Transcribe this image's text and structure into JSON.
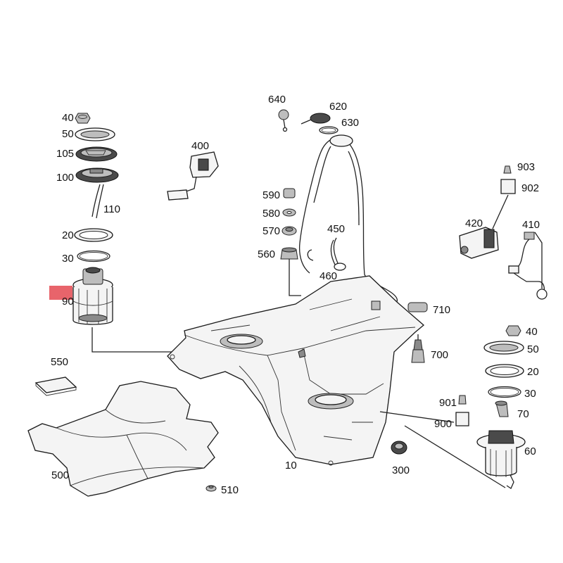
{
  "colors": {
    "highlight": "#e8646b",
    "line": "#222222",
    "background": "#ffffff"
  },
  "callouts": [
    {
      "id": "40a",
      "text": "40"
    },
    {
      "id": "50a",
      "text": "50"
    },
    {
      "id": "105",
      "text": "105"
    },
    {
      "id": "100",
      "text": "100"
    },
    {
      "id": "110",
      "text": "110"
    },
    {
      "id": "20a",
      "text": "20"
    },
    {
      "id": "30a",
      "text": "30"
    },
    {
      "id": "90",
      "text": "90"
    },
    {
      "id": "400",
      "text": "400"
    },
    {
      "id": "640",
      "text": "640"
    },
    {
      "id": "620",
      "text": "620"
    },
    {
      "id": "630",
      "text": "630"
    },
    {
      "id": "590",
      "text": "590"
    },
    {
      "id": "580",
      "text": "580"
    },
    {
      "id": "570",
      "text": "570"
    },
    {
      "id": "450",
      "text": "450"
    },
    {
      "id": "560",
      "text": "560"
    },
    {
      "id": "460",
      "text": "460"
    },
    {
      "id": "903",
      "text": "903"
    },
    {
      "id": "902",
      "text": "902"
    },
    {
      "id": "420",
      "text": "420"
    },
    {
      "id": "410",
      "text": "410"
    },
    {
      "id": "710",
      "text": "710"
    },
    {
      "id": "40b",
      "text": "40"
    },
    {
      "id": "700",
      "text": "700"
    },
    {
      "id": "50b",
      "text": "50"
    },
    {
      "id": "20b",
      "text": "20"
    },
    {
      "id": "30b",
      "text": "30"
    },
    {
      "id": "550",
      "text": "550"
    },
    {
      "id": "901",
      "text": "901"
    },
    {
      "id": "70",
      "text": "70"
    },
    {
      "id": "900",
      "text": "900"
    },
    {
      "id": "60",
      "text": "60"
    },
    {
      "id": "10",
      "text": "10"
    },
    {
      "id": "300",
      "text": "300"
    },
    {
      "id": "500",
      "text": "500"
    },
    {
      "id": "510",
      "text": "510"
    }
  ]
}
